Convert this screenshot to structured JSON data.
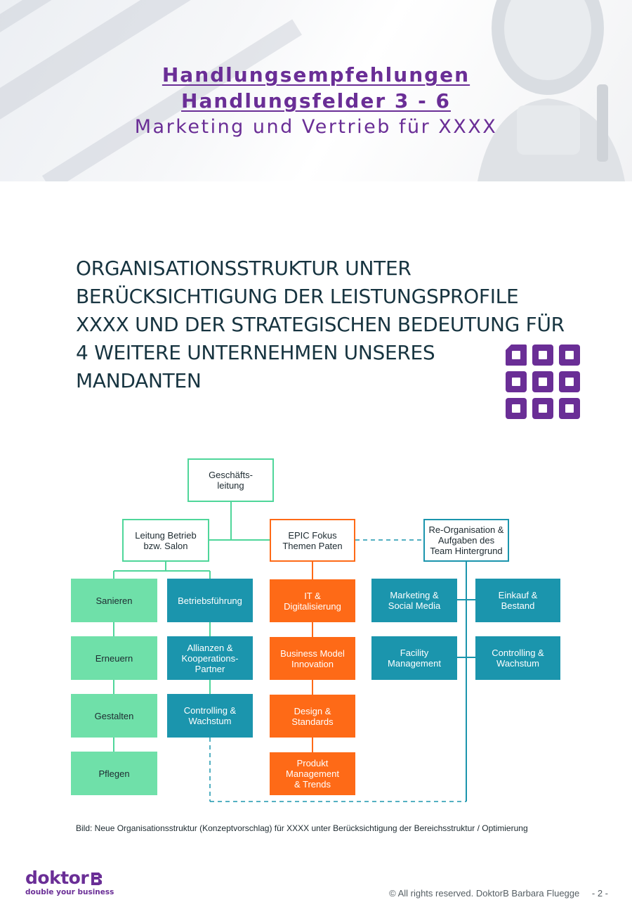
{
  "header": {
    "title_line1": "Handlungsempfehlungen",
    "title_line2": "Handlungsfelder 3 - 6",
    "subtitle": "Marketing und Vertrieb für XXXX",
    "accent_color": "#6a2e96"
  },
  "headline": {
    "lines": [
      "ORGANISATIONSSTRUKTUR UNTER",
      "BERÜCKSICHTIGUNG DER LEISTUNGSPROFILE",
      "XXXX UND DER STRATEGISCHEN BEDEUTUNG FÜR",
      "4 WEITERE UNTERNEHMEN UNSERES",
      "MANDANTEN"
    ],
    "icon": "grid-apps-icon"
  },
  "org_chart": {
    "colors": {
      "green": "#6fe0a9",
      "teal": "#1b95ad",
      "orange": "#fe6a17",
      "outline_green": "#4fd69a",
      "outline_orange": "#fe6a17",
      "outline_teal": "#1b95ad",
      "connector": "#4fd69a",
      "dashed": "#1b95ad"
    },
    "root": {
      "label": "Geschäfts-\nleitung"
    },
    "branches": {
      "betrieb": {
        "label": "Leitung Betrieb\nbzw. Salon"
      },
      "epic": {
        "label": "EPIC Fokus\nThemen Paten"
      },
      "reorg": {
        "label": "Re-Organisation &\nAufgaben des\nTeam Hintergrund"
      }
    },
    "green_column": [
      "Sanieren",
      "Erneuern",
      "Gestalten",
      "Pflegen"
    ],
    "teal_column": [
      "Betriebsführung",
      "Allianzen &\nKooperations-\nPartner",
      "Controlling &\nWachstum"
    ],
    "orange_column": [
      "IT &\nDigitalisierung",
      "Business Model\nInnovation",
      "Design &\nStandards",
      "Produkt\nManagement\n& Trends"
    ],
    "reorg_grid": [
      "Marketing &\nSocial Media",
      "Einkauf &\nBestand",
      "Facility\nManagement",
      "Controlling &\nWachstum"
    ]
  },
  "caption": "Bild: Neue Organisationsstruktur (Konzeptvorschlag) für XXXX unter Berücksichtigung der Bereichsstruktur / Optimierung",
  "footer": {
    "logo_text": "doktor",
    "logo_tagline": "double your business",
    "copyright": "© All rights reserved. DoktorB Barbara Fluegge",
    "page": "- 2 -"
  }
}
